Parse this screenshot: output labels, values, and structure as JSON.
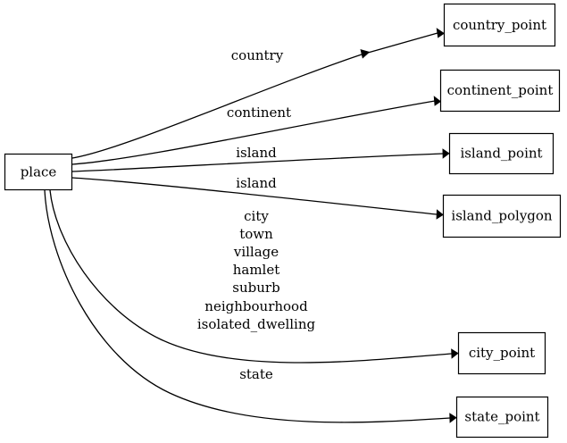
{
  "diagram": {
    "type": "directed-graph",
    "title": "place",
    "background": "#ffffff",
    "line_color": "#000000",
    "node_fill": "#ffffff",
    "root": {
      "id": "place",
      "label": "place"
    },
    "targets": [
      {
        "id": "country_point",
        "label": "country_point"
      },
      {
        "id": "continent_point",
        "label": "continent_point"
      },
      {
        "id": "island_point",
        "label": "island_point"
      },
      {
        "id": "island_polygon",
        "label": "island_polygon"
      },
      {
        "id": "city_point",
        "label": "city_point"
      },
      {
        "id": "state_point",
        "label": "state_point"
      }
    ],
    "edges": [
      {
        "from": "place",
        "to": "country_point",
        "label": "country"
      },
      {
        "from": "place",
        "to": "continent_point",
        "label": "continent"
      },
      {
        "from": "place",
        "to": "island_point",
        "label": "island"
      },
      {
        "from": "place",
        "to": "island_polygon",
        "label": "island"
      },
      {
        "from": "place",
        "to": "city_point",
        "label": "city\ntown\nvillage\nhamlet\nsuburb\nneighbourhood\nisolated_dwelling"
      },
      {
        "from": "place",
        "to": "state_point",
        "label": "state"
      }
    ],
    "edge_label_lines": {
      "country": [
        "country"
      ],
      "continent": [
        "continent"
      ],
      "island_point": [
        "island"
      ],
      "island_polygon": [
        "island"
      ],
      "city": [
        "city",
        "town",
        "village",
        "hamlet",
        "suburb",
        "neighbourhood",
        "isolated_dwelling"
      ],
      "state": [
        "state"
      ]
    }
  }
}
